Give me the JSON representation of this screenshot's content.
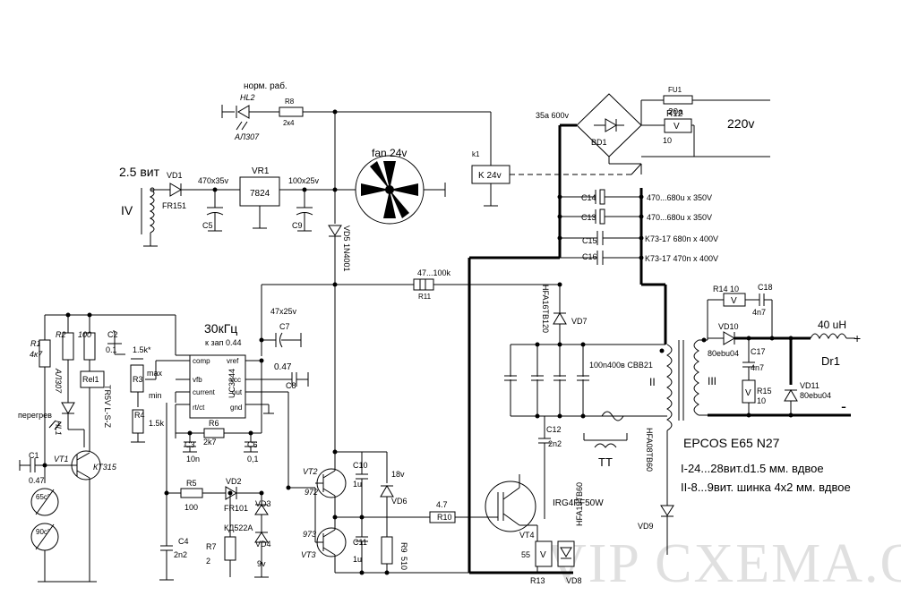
{
  "labels": {
    "norm_rab": "норм. раб.",
    "hl2": "HL2",
    "al307_top": "АЛ307",
    "r8": "R8",
    "r8_val": "2к4",
    "fu1": "FU1",
    "fu_val": "20a",
    "r12": "R12",
    "r12_val": "10",
    "bridge_val": "35a 600v",
    "bd1": "BD1",
    "v_mark": "V",
    "mains": "220v",
    "k1": "k1",
    "relay": "K 24v",
    "fan": "fan 24v",
    "two_turns": "2.5 вит",
    "vd1": "VD1",
    "fr151": "FR151",
    "winding_iv": "IV",
    "c5_val": "470x35v",
    "vr1": "VR1",
    "reg": "7824",
    "c9_val": "100x25v",
    "c5": "C5",
    "c9": "C9",
    "vd5": "VD5  1N4001",
    "c14": "C14",
    "c14_val": "470...680u x 350V",
    "c13": "C13",
    "c13_val": "470...680u x 350V",
    "c15": "C15",
    "c15_val": "K73-17 680n x 400V",
    "c16": "C16",
    "c16_val": "K73-17 470n x 400V",
    "r11_val": "47...100k",
    "r11": "R11",
    "r14": "R14 10",
    "c18": "C18",
    "c18_val": "4n7",
    "vd10": "VD10",
    "vd10_val": "80ebu04",
    "c17": "C17",
    "c17_val": "4n7",
    "r15": "R15",
    "r15_val": "10",
    "vd11": "VD11",
    "vd11_val": "80ebu04",
    "l_val": "40 uH",
    "dr1": "Dr1",
    "plus": "+",
    "minus": "-",
    "winding_ii": "II",
    "winding_iii": "III",
    "hfa16": "HFA16TB120",
    "vd7": "VD7",
    "c_snub": "100n400в CBB21",
    "c12": "C12",
    "c12_val": "2n2",
    "tt": "TT",
    "epcos": "EPCOS E65 N27",
    "w1": "I-24...28вит.d1.5 мм. вдвое",
    "w2": "II-8...9вит. шинка 4x2 мм. вдвое",
    "hfa08": "HFA08TB60",
    "vd9": "VD9",
    "irg": "IRG4PF50W",
    "vt4": "VT4",
    "r13_val": "55",
    "r13": "R13",
    "hfa15": "HFA15TB60",
    "vd8": "VD8",
    "freq": "30кГц",
    "duty": "к зап 0.44",
    "ic": "UC3844",
    "pin_comp": "comp",
    "pin_vfb": "vfb",
    "pin_current": "current",
    "pin_rtct": "rt/ct",
    "pin_vref": "vref",
    "pin_vcc": "vcc",
    "pin_out": "out",
    "pin_gnd": "gnd",
    "c7": "C7",
    "c7_val": "47x25v",
    "c8": "C8",
    "c8_val": "0.47",
    "c2": "C2",
    "c2_val": "0.1",
    "r_15k": "1.5k*",
    "r3": "R3",
    "max": "max",
    "min": "min",
    "r4": "R4",
    "r4_val": "1.5k",
    "r6": "R6",
    "r6_val": "2k7",
    "c3": "C3",
    "c3_val": "10n",
    "c6": "C6",
    "c6_val": "0,1",
    "r5": "R5",
    "r5_val": "100",
    "vd2": "VD2",
    "vd2_val": "FR101",
    "vd3": "VD3",
    "kd": "КД522А",
    "c4": "C4",
    "c4_val": "2n2",
    "r7": "R7",
    "r7_val": "2",
    "vd4": "VD4",
    "vd4_val": "9v",
    "vt2": "VT2",
    "vt2_val": "972",
    "vt3": "VT3",
    "vt3_val": "973",
    "c10": "C10",
    "c10_val": "1u",
    "c11": "C11",
    "c11_val": "1u",
    "v18": "18v",
    "vd6": "VD6",
    "r9": "R9",
    "r9_val": "510",
    "r10": "R10",
    "r10_val": "4.7",
    "r1": "R1",
    "r1_val": "4к7",
    "r2": "R2",
    "r2_val": "100",
    "al307": "АЛ307",
    "hl1": "HL1",
    "rel1": "Rel1",
    "relay_part": "TR5V L-S-Z",
    "overheat": "перегрев",
    "c1": "C1",
    "c1_val": "0.47",
    "vt1": "VT1",
    "kt315": "КТ315",
    "t65": "65c°",
    "t90": "90c°",
    "watermark": "VIP CXEMA.ORG"
  }
}
